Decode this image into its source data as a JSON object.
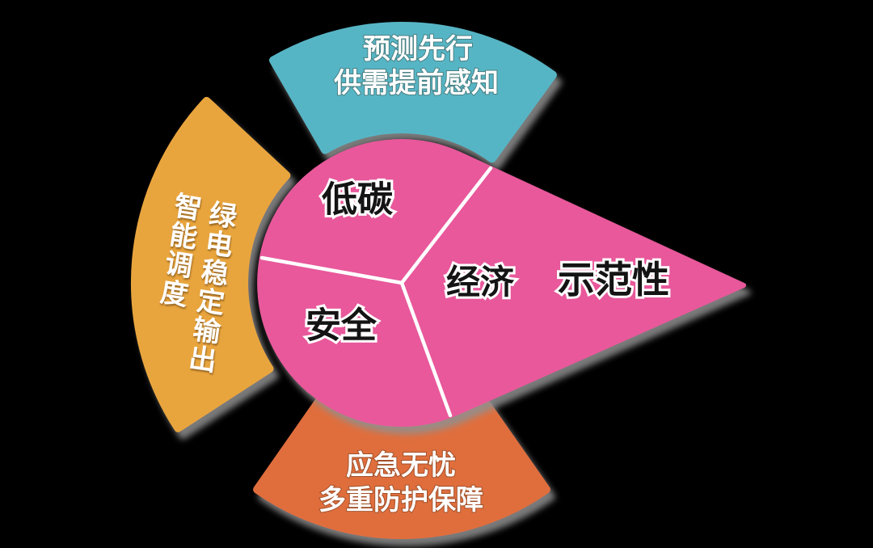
{
  "diagram": {
    "background_color": "#000000",
    "core": {
      "color": "#e8589b",
      "divider_color": "#ffffff",
      "label_color": "#141414",
      "label_outline_color": "#ffffff",
      "sectors": {
        "low_carbon": "低碳",
        "economy": "经济",
        "safety": "安全"
      },
      "pointer_label": "示范性"
    },
    "arcs": {
      "text_color": "#ffffff",
      "top": {
        "color": "#57b5c5",
        "line1": "预测先行",
        "line2": "供需提前感知"
      },
      "left": {
        "color": "#e9a53d",
        "line1": "智能调度",
        "line2": "绿电稳定输出"
      },
      "bottom": {
        "color": "#e06e3c",
        "line1": "应急无忧",
        "line2": "多重防护保障"
      }
    }
  }
}
